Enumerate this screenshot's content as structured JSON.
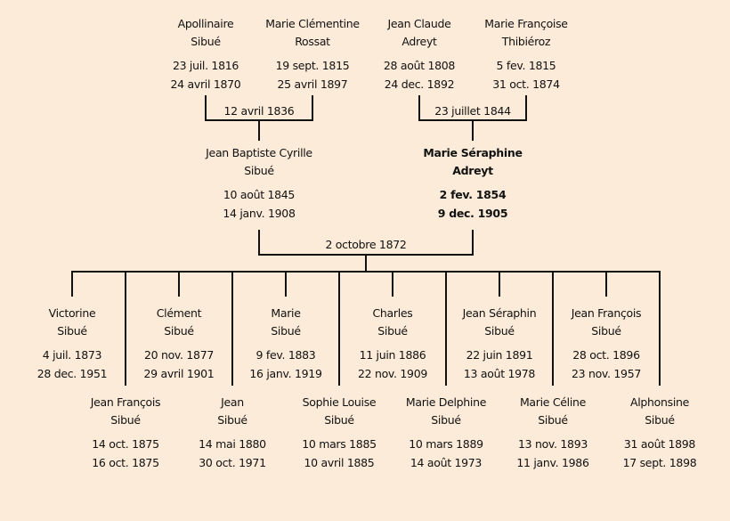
{
  "grandparents": [
    {
      "first": "Apollinaire",
      "last": "Sibué",
      "birth": "23 juil. 1816",
      "death": "24 avril 1870"
    },
    {
      "first": "Marie Clémentine",
      "last": "Rossat",
      "birth": "19 sept. 1815",
      "death": "25 avril 1897"
    },
    {
      "first": "Jean Claude",
      "last": "Adreyt",
      "birth": "28 août 1808",
      "death": "24 dec. 1892"
    },
    {
      "first": "Marie Françoise",
      "last": "Thibiéroz",
      "birth": "5 fev. 1815",
      "death": "31 oct. 1874"
    }
  ],
  "grandparent_marriages": [
    "12 avril 1836",
    "23 juillet 1844"
  ],
  "parents": [
    {
      "first": "Jean Baptiste Cyrille",
      "last": "Sibué",
      "birth": "10 août 1845",
      "death": "14 janv. 1908"
    },
    {
      "first": "Marie Séraphine",
      "last": "Adreyt",
      "birth": "2 fev. 1854",
      "death": "9 dec. 1905",
      "highlighted": true
    }
  ],
  "parent_marriage": "2 octobre 1872",
  "children": [
    {
      "first": "Victorine",
      "last": "Sibué",
      "birth": "4 juil. 1873",
      "death": "28 dec. 1951"
    },
    {
      "first": "Jean François",
      "last": "Sibué",
      "birth": "14 oct. 1875",
      "death": "16 oct. 1875"
    },
    {
      "first": "Clément",
      "last": "Sibué",
      "birth": "20 nov. 1877",
      "death": "29 avril 1901"
    },
    {
      "first": "Jean",
      "last": "Sibué",
      "birth": "14 mai 1880",
      "death": "30 oct. 1971"
    },
    {
      "first": "Marie",
      "last": "Sibué",
      "birth": "9 fev. 1883",
      "death": "16 janv. 1919"
    },
    {
      "first": "Sophie Louise",
      "last": "Sibué",
      "birth": "10 mars 1885",
      "death": "10 avril 1885"
    },
    {
      "first": "Charles",
      "last": "Sibué",
      "birth": "11 juin 1886",
      "death": "22 nov. 1909"
    },
    {
      "first": "Marie Delphine",
      "last": "Sibué",
      "birth": "10 mars 1889",
      "death": "14 août 1973"
    },
    {
      "first": "Jean Séraphin",
      "last": "Sibué",
      "birth": "22 juin 1891",
      "death": "13 août 1978"
    },
    {
      "first": "Marie Céline",
      "last": "Sibué",
      "birth": "13 nov. 1893",
      "death": "11 janv. 1986"
    },
    {
      "first": "Jean François",
      "last": "Sibué",
      "birth": "28 oct. 1896",
      "death": "23 nov. 1957"
    },
    {
      "first": "Alphonsine",
      "last": "Sibué",
      "birth": "31 août 1898",
      "death": "17 sept. 1898"
    }
  ],
  "colors": {
    "background": "#fcebd9",
    "line": "#111111"
  }
}
